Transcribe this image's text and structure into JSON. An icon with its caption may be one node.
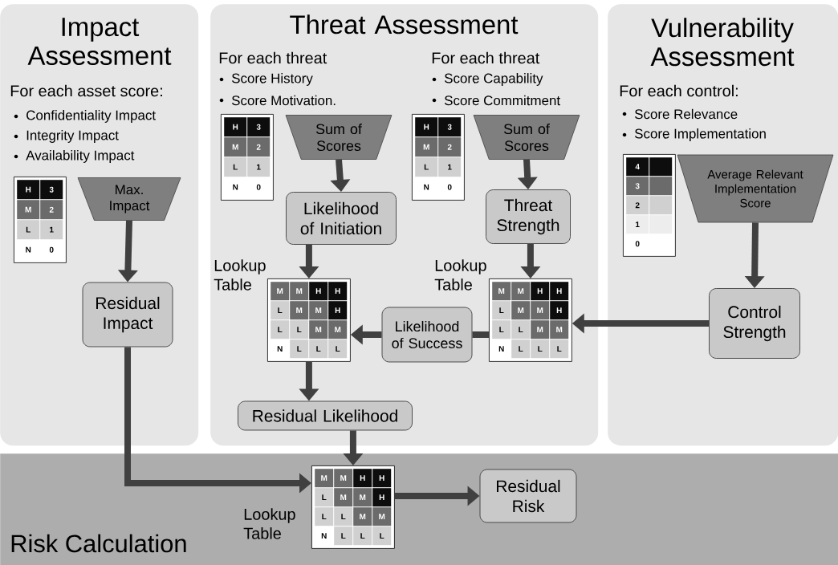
{
  "diagram": {
    "nodes": [
      {
        "text": [
          "Impact Assessment",
          "For each asset score:",
          "Confidentiality Impact",
          "Integrity Impact",
          "Availability Impact"
        ]
      },
      {
        "text": [
          "H",
          "3",
          "M",
          "2",
          "L",
          "1",
          "N",
          "0"
        ],
        "in": 0
      },
      {
        "text": [
          "Max. Impact"
        ],
        "in": 0
      },
      {
        "text": [
          "Residual Impact"
        ],
        "in": 0
      },
      {
        "text": [
          "Threat Assessment",
          "For each threat",
          "Score History",
          "Score Motivation.",
          "For each threat",
          "Score Capability",
          "Score Commitment"
        ]
      },
      {
        "text": [
          "H",
          "3",
          "M",
          "2",
          "L",
          "1",
          "N",
          "0"
        ],
        "in": 4
      },
      {
        "text": [
          "Sum of Scores"
        ],
        "in": 4
      },
      {
        "text": [
          "H",
          "3",
          "M",
          "2",
          "L",
          "1",
          "N",
          "0"
        ],
        "in": 4
      },
      {
        "text": [
          "Sum of Scores"
        ],
        "in": 4
      },
      {
        "text": [
          "Likelihood of Initiation"
        ],
        "in": 4
      },
      {
        "text": [
          "Threat Strength"
        ],
        "in": 4
      },
      {
        "text": [
          "M",
          "M",
          "H",
          "H",
          "L",
          "M",
          "M",
          "H",
          "L",
          "L",
          "M",
          "M",
          "N",
          "L",
          "L",
          "L"
        ],
        "beside": [
          "Lookup Table"
        ],
        "in": 4
      },
      {
        "text": [
          "Likelihood of Success"
        ],
        "in": 4
      },
      {
        "text": [
          "M",
          "M",
          "H",
          "H",
          "L",
          "M",
          "M",
          "H",
          "L",
          "L",
          "M",
          "M",
          "N",
          "L",
          "L",
          "L"
        ],
        "beside": [
          "Lookup Table"
        ],
        "in": 4
      },
      {
        "text": [
          "Residual Likelihood"
        ],
        "in": 4
      },
      {
        "text": [
          "Vulnerability Assessment",
          "For each control:",
          "Score Relevance",
          "Score Implementation"
        ]
      },
      {
        "text": [
          "4",
          "3",
          "2",
          "1",
          "0"
        ],
        "in": 15
      },
      {
        "text": [
          "Average Relevant Implementation Score"
        ],
        "in": 15
      },
      {
        "text": [
          "Control Strength"
        ],
        "in": 15
      },
      {
        "text": [
          "Risk Calculation"
        ]
      },
      {
        "text": [
          "M",
          "M",
          "H",
          "H",
          "L",
          "M",
          "M",
          "H",
          "L",
          "L",
          "M",
          "M",
          "N",
          "L",
          "L",
          "L"
        ],
        "beside": [
          "Lookup Table"
        ],
        "in": 19
      },
      {
        "text": [
          "Residual Risk"
        ],
        "in": 19
      }
    ],
    "edges": [
      {
        "from": 2,
        "to": 3,
        "arrow": "to"
      },
      {
        "from": 6,
        "to": 9,
        "arrow": "to"
      },
      {
        "from": 9,
        "to": 11,
        "arrow": "to"
      },
      {
        "from": 8,
        "to": 10,
        "arrow": "to"
      },
      {
        "from": 10,
        "to": 13,
        "arrow": "to"
      },
      {
        "from": 17,
        "to": 18,
        "arrow": "to"
      },
      {
        "from": 18,
        "to": 13,
        "arrow": "to"
      },
      {
        "from": 13,
        "to": 12,
        "arrow": "none"
      },
      {
        "from": 12,
        "to": 11,
        "arrow": "to"
      },
      {
        "from": 11,
        "to": 14,
        "arrow": "to"
      },
      {
        "from": 14,
        "to": 20,
        "arrow": "to"
      },
      {
        "from": 3,
        "to": 20,
        "arrow": "to"
      },
      {
        "from": 20,
        "to": 21,
        "arrow": "to"
      }
    ]
  }
}
